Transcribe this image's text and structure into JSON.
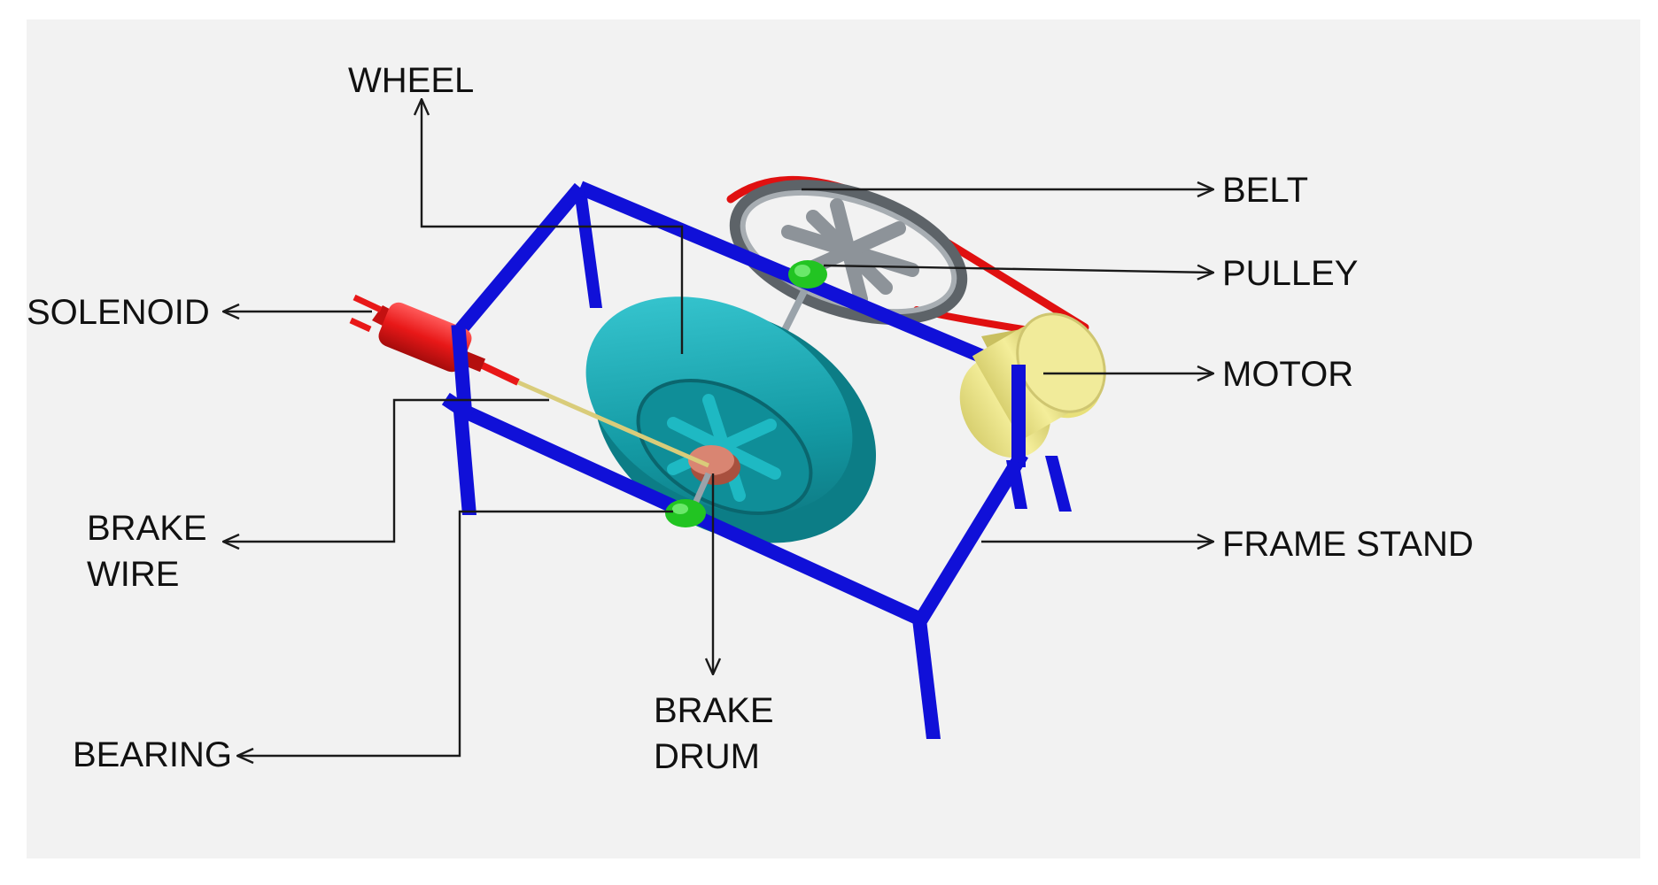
{
  "labels": {
    "wheel": "WHEEL",
    "belt": "BELT",
    "pulley": "PULLEY",
    "solenoid": "SOLENOID",
    "motor": "MOTOR",
    "brake_wire_line1": "BRAKE",
    "brake_wire_line2": "WIRE",
    "frame_stand": "FRAME STAND",
    "brake_drum_line1": "BRAKE",
    "brake_drum_line2": "DRUM",
    "bearing": "BEARING"
  },
  "colors": {
    "background": "#f2f2f2",
    "frame": "#1010d8",
    "wheel": "#17a9b3",
    "solenoid": "#e81818",
    "motor": "#e8e07a",
    "belt": "#e01010",
    "pulley": "#9aa0a6",
    "bearing": "#22c422",
    "brake_drum": "#c8705c",
    "brake_wire": "#d9cc7a",
    "leader_lines": "#1a1a1a"
  }
}
